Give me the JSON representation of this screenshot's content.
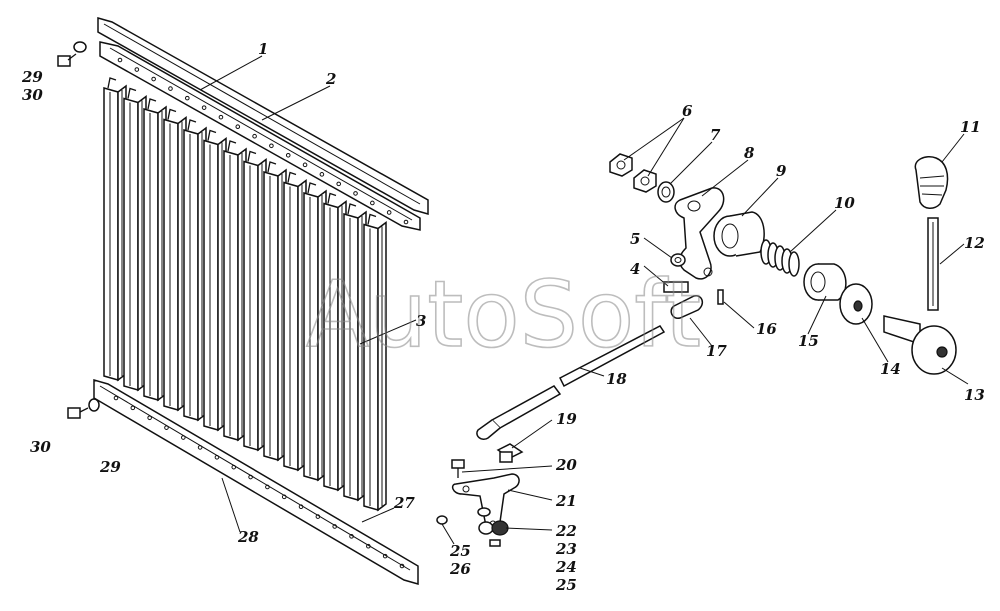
{
  "watermark": "AutoSoft",
  "labels": {
    "l1": "1",
    "l2": "2",
    "l3": "3",
    "l4": "4",
    "l5": "5",
    "l6": "6",
    "l7": "7",
    "l8": "8",
    "l9": "9",
    "l10": "10",
    "l11": "11",
    "l12": "12",
    "l13": "13",
    "l14": "14",
    "l15": "15",
    "l16": "16",
    "l17": "17",
    "l18": "18",
    "l19": "19",
    "l20": "20",
    "l21": "21",
    "l22": "22",
    "l23": "23",
    "l24": "24",
    "l25a": "25",
    "l25b": "25",
    "l26": "26",
    "l27": "27",
    "l28": "28",
    "l29a": "29",
    "l29b": "29",
    "l30a": "30",
    "l30b": "30"
  }
}
